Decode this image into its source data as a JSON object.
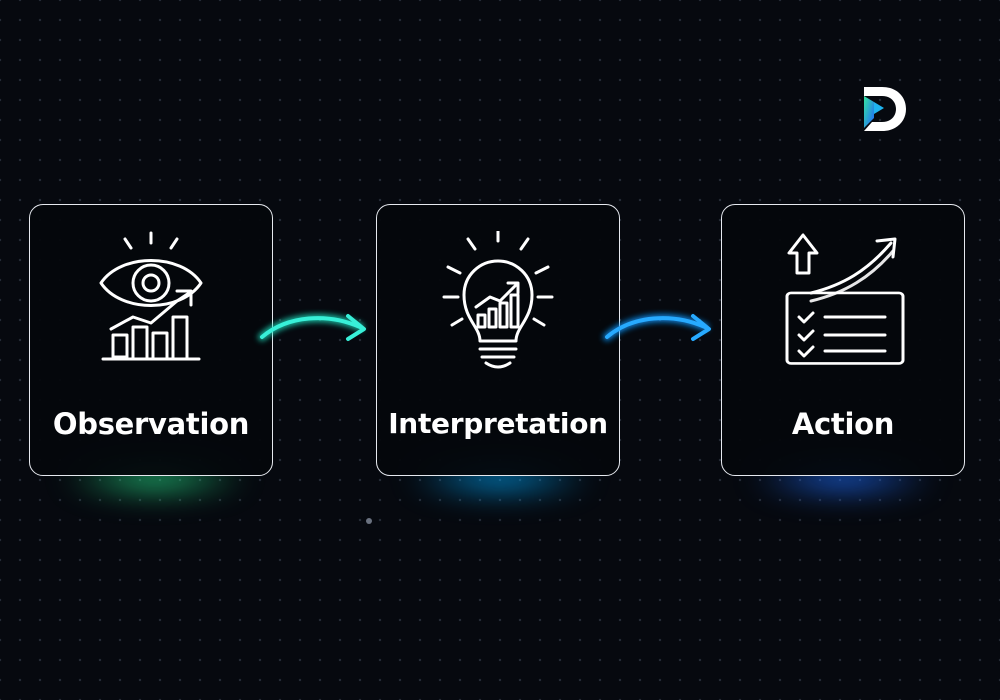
{
  "brand": {
    "logo_icon": "d-monogram-logo",
    "colors": [
      "#35e6a0",
      "#1fb4f0",
      "#1e63ff"
    ]
  },
  "steps": [
    {
      "label": "Observation",
      "icon": "eye-with-bar-chart-icon",
      "glow_color": "#28e68c"
    },
    {
      "label": "Interpretation",
      "icon": "lightbulb-with-chart-icon",
      "glow_color": "#00aaff"
    },
    {
      "label": "Action",
      "icon": "checklist-with-upward-arrows-icon",
      "glow_color": "#1e6eff"
    }
  ],
  "connectors": [
    {
      "from": "Observation",
      "to": "Interpretation",
      "color": "#2ee8d0"
    },
    {
      "from": "Interpretation",
      "to": "Action",
      "color": "#1aa8ff"
    }
  ]
}
